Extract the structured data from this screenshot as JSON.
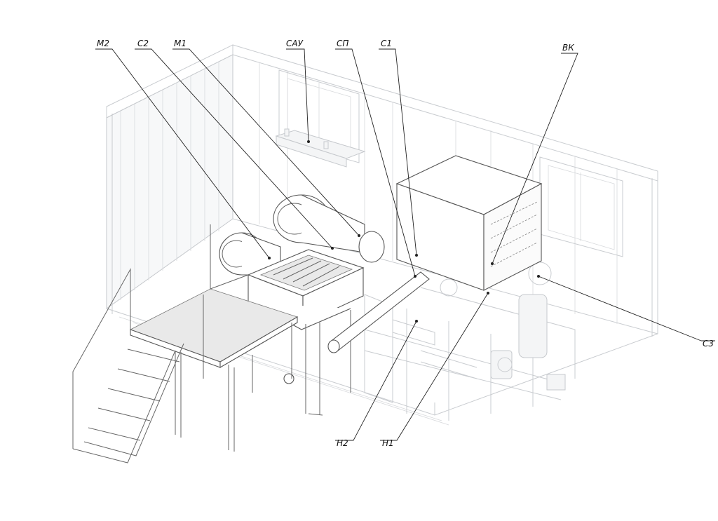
{
  "labels": {
    "m2": "М2",
    "c2": "С2",
    "m1": "М1",
    "sau": "САУ",
    "sp": "СП",
    "c1": "С1",
    "vk": "ВК",
    "c3": "С3",
    "n2": "Н2",
    "n1": "Н1"
  }
}
